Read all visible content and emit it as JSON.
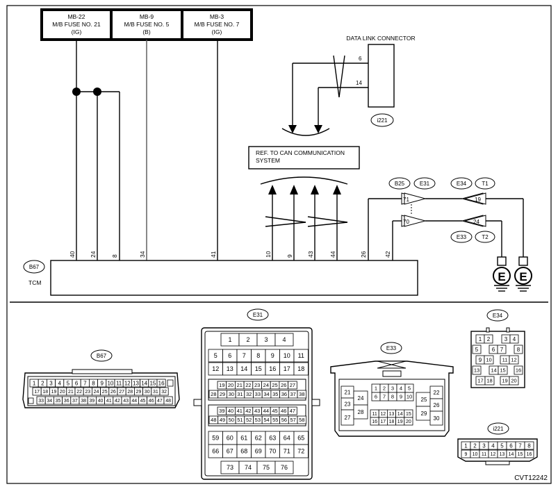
{
  "fuses": [
    {
      "id": "MB-22",
      "line1": "M/B FUSE NO. 21",
      "line2": "(IG)"
    },
    {
      "id": "MB-9",
      "line1": "M/B FUSE NO. 5",
      "line2": "(B)"
    },
    {
      "id": "MB-3",
      "line1": "M/B FUSE NO. 7",
      "line2": "(IG)"
    }
  ],
  "dlc_label": "DATA LINK CONNECTOR",
  "dlc_pins": [
    "6",
    "14"
  ],
  "dlc_tag": "i221",
  "can_ref": [
    "REF. TO CAN COMMUNICATION",
    "SYSTEM"
  ],
  "tcm_tag": "B67",
  "tcm_label": "TCM",
  "tcm_pins": [
    "40",
    "24",
    "8",
    "34",
    "41",
    "10",
    "9",
    "43",
    "44",
    "26",
    "42"
  ],
  "connector_tags": [
    "B25",
    "E31",
    "E34",
    "T1",
    "E33",
    "T2"
  ],
  "junction_pins": [
    "71",
    "70",
    "19",
    "24"
  ],
  "ground_label": "E",
  "b67": {
    "tag": "B67",
    "row1": [
      "1",
      "2",
      "3",
      "4",
      "5",
      "6",
      "7",
      "8",
      "9",
      "10",
      "11",
      "12",
      "13",
      "14",
      "15",
      "16"
    ],
    "row2": [
      "17",
      "18",
      "19",
      "20",
      "21",
      "22",
      "23",
      "24",
      "25",
      "26",
      "27",
      "28",
      "29",
      "30",
      "31",
      "32"
    ],
    "row3": [
      "33",
      "34",
      "35",
      "36",
      "37",
      "38",
      "39",
      "40",
      "41",
      "42",
      "43",
      "44",
      "45",
      "46",
      "47",
      "48"
    ]
  },
  "e31": {
    "tag": "E31",
    "rowA": [
      "1",
      "2",
      "3",
      "4"
    ],
    "rowB": [
      "5",
      "6",
      "7",
      "8",
      "9",
      "10",
      "11"
    ],
    "rowC": [
      "12",
      "13",
      "14",
      "15",
      "16",
      "17",
      "18"
    ],
    "rowD": [
      "19",
      "20",
      "21",
      "22",
      "23",
      "24",
      "25",
      "26",
      "27"
    ],
    "rowE": [
      "28",
      "29",
      "30",
      "31",
      "32",
      "33",
      "34",
      "35",
      "36",
      "37",
      "38"
    ],
    "rowF": [
      "39",
      "40",
      "41",
      "42",
      "43",
      "44",
      "45",
      "46",
      "47"
    ],
    "rowG": [
      "48",
      "49",
      "50",
      "51",
      "52",
      "53",
      "54",
      "55",
      "56",
      "57",
      "58"
    ],
    "rowH": [
      "59",
      "60",
      "61",
      "62",
      "63",
      "64",
      "65"
    ],
    "rowI": [
      "66",
      "67",
      "68",
      "69",
      "70",
      "71",
      "72"
    ],
    "rowJ": [
      "73",
      "74",
      "75",
      "76"
    ]
  },
  "e33": {
    "tag": "E33",
    "left": [
      "21",
      "23",
      "27",
      "24",
      "28"
    ],
    "midTop": [
      "1",
      "2",
      "3",
      "4",
      "5"
    ],
    "midTop2": [
      "6",
      "7",
      "8",
      "9",
      "10"
    ],
    "midBot": [
      "11",
      "12",
      "13",
      "14",
      "15"
    ],
    "midBot2": [
      "16",
      "17",
      "18",
      "19",
      "20"
    ],
    "right": [
      "25",
      "29",
      "22",
      "26",
      "30"
    ]
  },
  "e34": {
    "tag": "E34",
    "r1": [
      "1",
      "2",
      "3",
      "4"
    ],
    "r2": [
      "5",
      "6",
      "7",
      "8"
    ],
    "r3": [
      "9",
      "10",
      "11",
      "12"
    ],
    "r4": [
      "13",
      "14",
      "15",
      "16"
    ],
    "r5": [
      "17",
      "18",
      "19",
      "20"
    ]
  },
  "i221": {
    "tag": "i221",
    "r1": [
      "1",
      "2",
      "3",
      "4",
      "5",
      "6",
      "7",
      "8"
    ],
    "r2": [
      "9",
      "10",
      "11",
      "12",
      "13",
      "14",
      "15",
      "16"
    ]
  },
  "code": "CVT12242"
}
